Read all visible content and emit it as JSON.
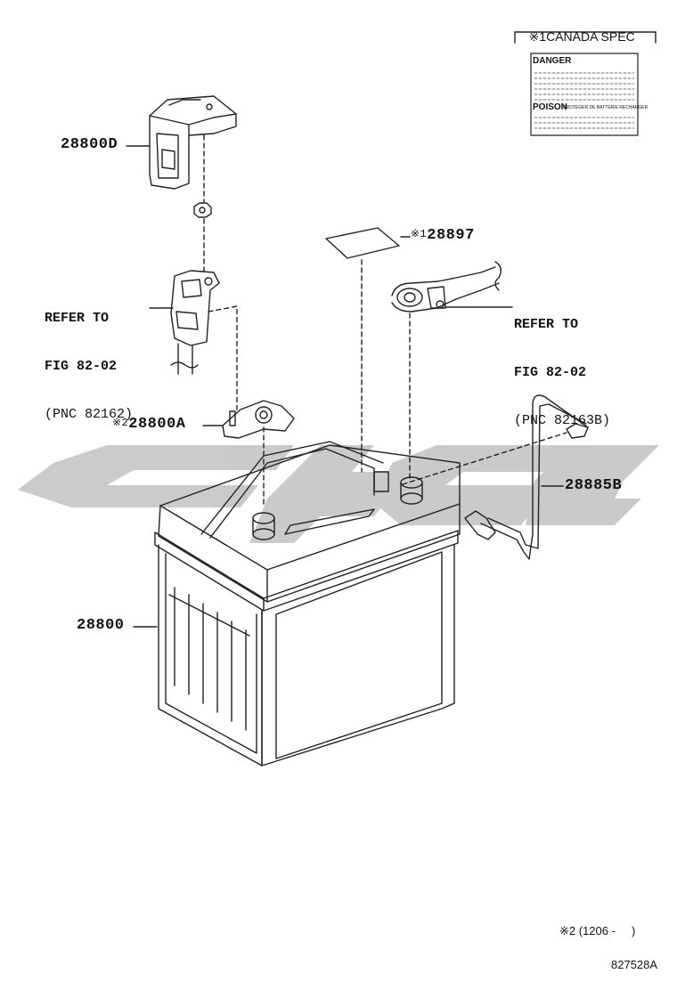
{
  "diagram": {
    "canada_note": {
      "marker": "※1",
      "text": "CANADA SPEC",
      "label_danger": "DANGER",
      "label_poison": "POISON",
      "label_poison_sub": "PROTEGER DE BATTERIE RECHARGER"
    },
    "parts": [
      {
        "id": "28800D",
        "marker": "",
        "text": "28800D"
      },
      {
        "id": "28897",
        "marker": "※1",
        "text": "28897"
      },
      {
        "id": "28800A",
        "marker": "※2",
        "text": "28800A"
      },
      {
        "id": "28885B",
        "marker": "",
        "text": "28885B"
      },
      {
        "id": "28800",
        "marker": "",
        "text": "28800"
      }
    ],
    "references": [
      {
        "line1": "REFER TO",
        "line2": "FIG 82-02",
        "line3": "(PNC 82162)"
      },
      {
        "line1": "REFER TO",
        "line2": "FIG 82-02",
        "line3": "(PNC 82163B)"
      }
    ],
    "footnote": "※2 (1206 -     )",
    "figure_id": "827528A",
    "watermark_color": "#c8c8c8"
  }
}
